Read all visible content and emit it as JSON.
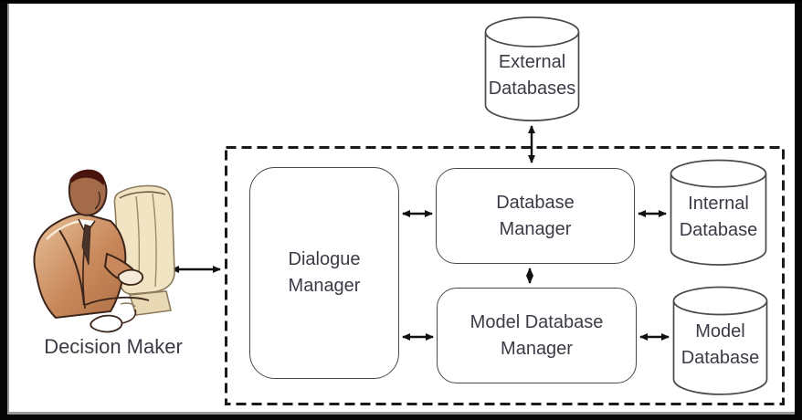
{
  "diagram": {
    "title_implied": "",
    "nodes": {
      "external_db": {
        "line1": "External",
        "line2": "Databases"
      },
      "dialogue_manager": {
        "line1": "Dialogue",
        "line2": "Manager"
      },
      "database_manager": {
        "line1": "Database",
        "line2": "Manager"
      },
      "model_db_manager": {
        "line1": "Model Database",
        "line2": "Manager"
      },
      "internal_db": {
        "line1": "Internal",
        "line2": "Database"
      },
      "model_db": {
        "line1": "Model",
        "line2": "Database"
      }
    },
    "actor": {
      "label": "Decision Maker"
    },
    "colors": {
      "text": "#3b3b46",
      "shape_outline": "#4a4a4a",
      "arrow": "#111111",
      "dashed_boundary": "#1b1b1b",
      "background": "#ffffff",
      "frame": "#060606",
      "clipart_skin": "#a36b49",
      "clipart_hair": "#4a140e",
      "clipart_suit": "#c9895c",
      "clipart_monitor": "#f1e4c3"
    }
  }
}
